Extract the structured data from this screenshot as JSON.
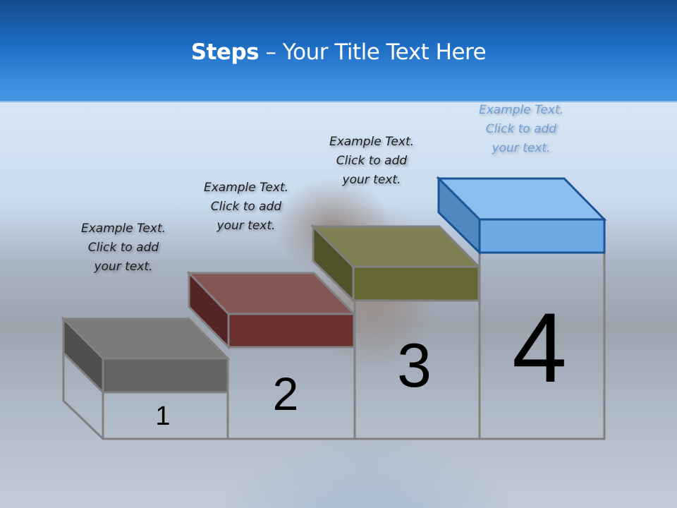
{
  "slide": {
    "title_bold": "Steps",
    "title_rest": " – Your Title Text Here"
  },
  "steps": [
    {
      "number": "1",
      "caption": [
        "Example Text.",
        "Click  to add",
        "your text."
      ],
      "top_color": "#7a7a7a",
      "front_color": "#646464",
      "side_color": "#4f4f4f"
    },
    {
      "number": "2",
      "caption": [
        "Example Text.",
        "Click  to add",
        "your text."
      ],
      "top_color": "#845654",
      "front_color": "#6a3030",
      "side_color": "#552525"
    },
    {
      "number": "3",
      "caption": [
        "Example Text.",
        "Click  to add",
        "your text."
      ],
      "top_color": "#818055",
      "front_color": "#666733",
      "side_color": "#51522a"
    },
    {
      "number": "4",
      "caption": [
        "Example Text.",
        "Click  to add",
        "your text."
      ],
      "top_color": "#8dbdee",
      "front_color": "#6eaae6",
      "side_color": "#5288c2"
    }
  ],
  "colors": {
    "header_top": "#144d8c",
    "header_bottom": "#4593e3",
    "frame_line": "#808080",
    "block4_outline": "#1a5597"
  }
}
